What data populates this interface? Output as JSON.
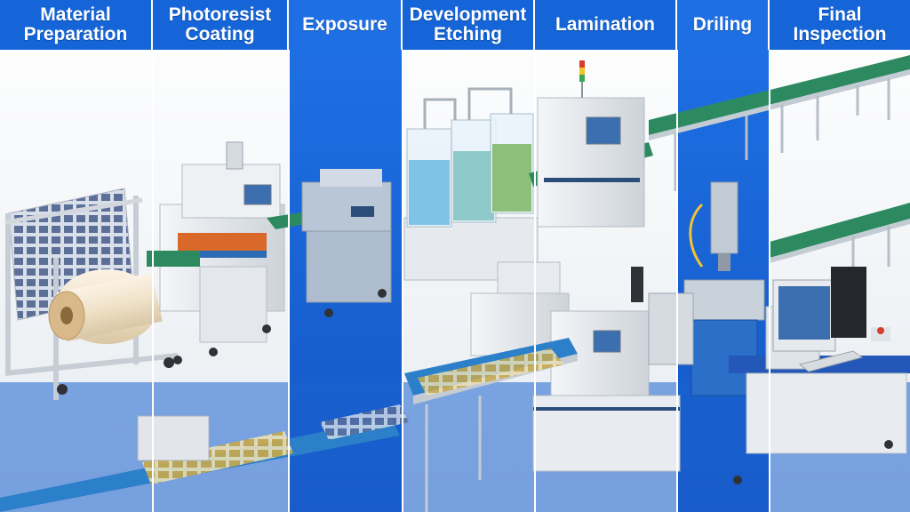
{
  "stages": [
    {
      "label": "Material\nPreparation"
    },
    {
      "label": "Photoresist\nCoating"
    },
    {
      "label": "Exposure"
    },
    {
      "label": "Development\nEtching"
    },
    {
      "label": "Lamination"
    },
    {
      "label": "Driling"
    },
    {
      "label": "Final\nInspection"
    }
  ],
  "colors": {
    "header_blue": "#1565d8",
    "stage_blue": "#1f6fe0",
    "machine_white": "#e9ecef",
    "conveyor_belt": "#2d8a60",
    "belt_blue": "#2c7fc9",
    "circuit_gold": "#c9a94a",
    "screen_blue": "#3b6fb0",
    "liquid_blue": "#7fc4e6",
    "liquid_green": "#8cc07a"
  },
  "icons": [
    "stack-light-icon",
    "monitor-icon",
    "keyboard-icon",
    "computer-tower-icon",
    "paper-roll-icon"
  ]
}
